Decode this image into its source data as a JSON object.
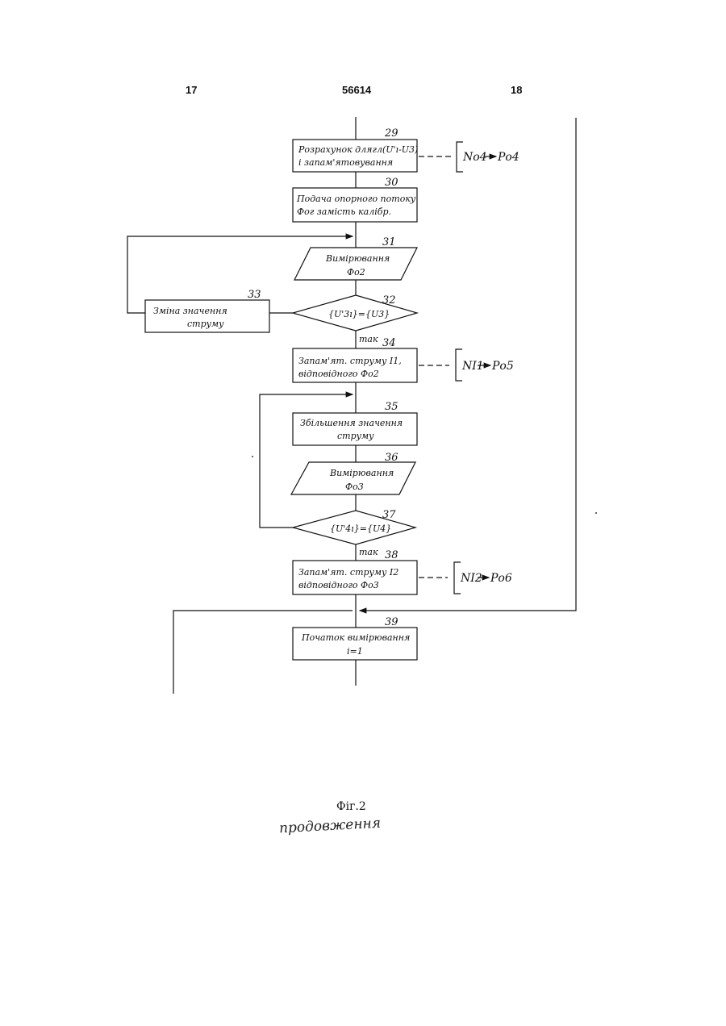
{
  "header": {
    "left": "17",
    "center": "56614",
    "right": "18"
  },
  "blocks": {
    "b29": {
      "num": "29",
      "line1": "Розрахунок длягл(U'ı-U3)",
      "line2": "і запам'ятовування"
    },
    "b30": {
      "num": "30",
      "line1": "Подача опорного потоку",
      "line2": "Фог замість калібр."
    },
    "b31": {
      "num": "31",
      "line1": "Вимірювання",
      "line2": "Фо2"
    },
    "b32": {
      "num": "32",
      "text": "{U'3ı}={U3}"
    },
    "b33": {
      "num": "33",
      "line1": "Зміна значення",
      "line2": "струму"
    },
    "b34": {
      "num": "34",
      "line1": "Запам'ят. струму I1,",
      "line2": "відповідного Фо2"
    },
    "b35": {
      "num": "35",
      "line1": "Збільшення значення",
      "line2": "струму"
    },
    "b36": {
      "num": "36",
      "line1": "Вимірювання",
      "line2": "Фо3"
    },
    "b37": {
      "num": "37",
      "text": "{U'4ı}={U4}"
    },
    "b38": {
      "num": "38",
      "line1": "Запам'ят. струму I2",
      "line2": "відповідного Фо3"
    },
    "b39": {
      "num": "39",
      "line1": "Початок вимірювання",
      "line2": "i=1"
    }
  },
  "labels": {
    "yes1": "так",
    "yes2": "так"
  },
  "notes": {
    "n1": {
      "left": "Nо4",
      "right": "Pо4"
    },
    "n2": {
      "left": "NI1",
      "right": "Pо5"
    },
    "n3": {
      "left": "NI2",
      "right": "Pо6"
    }
  },
  "figure": {
    "caption": "Фіг.2",
    "handwritten": "продовження"
  }
}
